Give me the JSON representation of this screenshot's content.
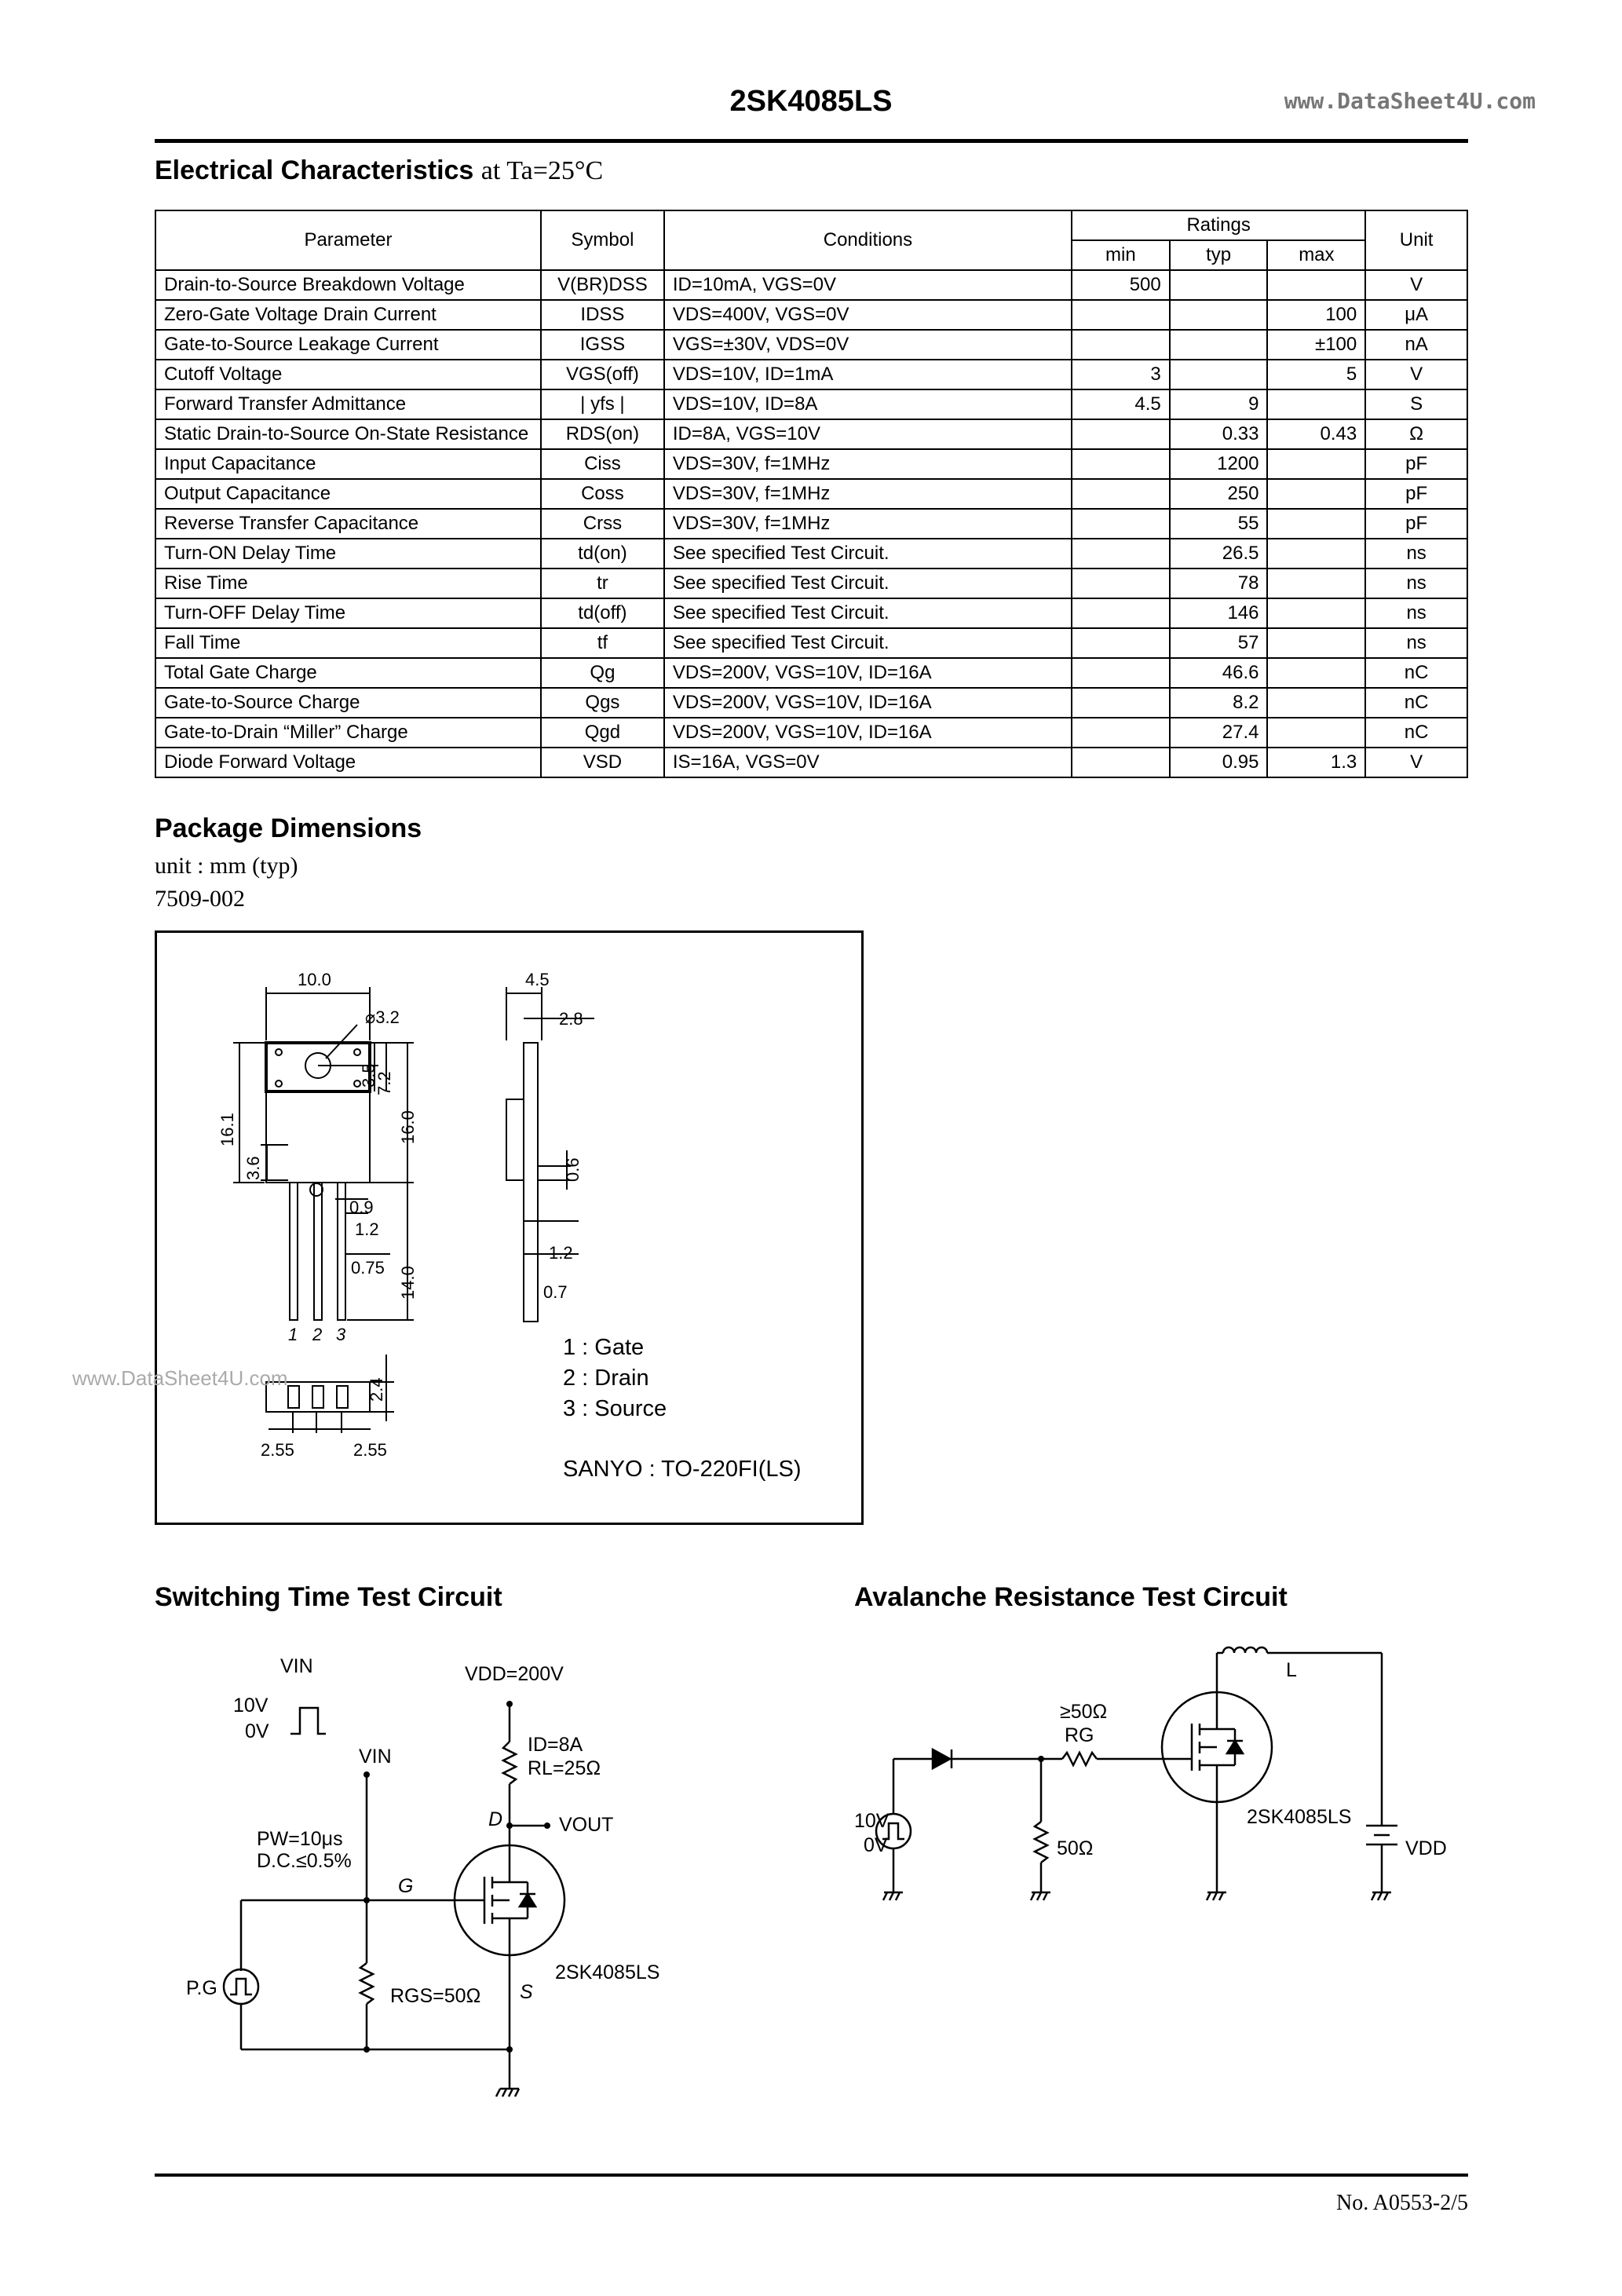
{
  "header": {
    "part_number": "2SK4085LS",
    "watermark": "www.DataSheet4U.com"
  },
  "electrical": {
    "heading": "Electrical Characteristics",
    "heading_suffix": "at Ta=25°C",
    "col_parameter": "Parameter",
    "col_symbol": "Symbol",
    "col_conditions": "Conditions",
    "col_ratings": "Ratings",
    "col_min": "min",
    "col_typ": "typ",
    "col_max": "max",
    "col_unit": "Unit",
    "rows": [
      {
        "parameter": "Drain-to-Source Breakdown Voltage",
        "symbol": "V(BR)DSS",
        "conditions": "ID=10mA, VGS=0V",
        "min": "500",
        "typ": "",
        "max": "",
        "unit": "V"
      },
      {
        "parameter": "Zero-Gate Voltage Drain Current",
        "symbol": "IDSS",
        "conditions": "VDS=400V, VGS=0V",
        "min": "",
        "typ": "",
        "max": "100",
        "unit": "μA"
      },
      {
        "parameter": "Gate-to-Source Leakage Current",
        "symbol": "IGSS",
        "conditions": "VGS=±30V, VDS=0V",
        "min": "",
        "typ": "",
        "max": "±100",
        "unit": "nA"
      },
      {
        "parameter": "Cutoff Voltage",
        "symbol": "VGS(off)",
        "conditions": "VDS=10V, ID=1mA",
        "min": "3",
        "typ": "",
        "max": "5",
        "unit": "V"
      },
      {
        "parameter": "Forward Transfer Admittance",
        "symbol": "| yfs |",
        "conditions": "VDS=10V, ID=8A",
        "min": "4.5",
        "typ": "9",
        "max": "",
        "unit": "S"
      },
      {
        "parameter": "Static Drain-to-Source On-State Resistance",
        "symbol": "RDS(on)",
        "conditions": "ID=8A, VGS=10V",
        "min": "",
        "typ": "0.33",
        "max": "0.43",
        "unit": "Ω"
      },
      {
        "parameter": "Input Capacitance",
        "symbol": "Ciss",
        "conditions": "VDS=30V, f=1MHz",
        "min": "",
        "typ": "1200",
        "max": "",
        "unit": "pF"
      },
      {
        "parameter": "Output Capacitance",
        "symbol": "Coss",
        "conditions": "VDS=30V, f=1MHz",
        "min": "",
        "typ": "250",
        "max": "",
        "unit": "pF"
      },
      {
        "parameter": "Reverse Transfer Capacitance",
        "symbol": "Crss",
        "conditions": "VDS=30V, f=1MHz",
        "min": "",
        "typ": "55",
        "max": "",
        "unit": "pF"
      },
      {
        "parameter": "Turn-ON Delay Time",
        "symbol": "td(on)",
        "conditions": "See specified Test Circuit.",
        "min": "",
        "typ": "26.5",
        "max": "",
        "unit": "ns"
      },
      {
        "parameter": "Rise Time",
        "symbol": "tr",
        "conditions": "See specified Test Circuit.",
        "min": "",
        "typ": "78",
        "max": "",
        "unit": "ns"
      },
      {
        "parameter": "Turn-OFF Delay Time",
        "symbol": "td(off)",
        "conditions": "See specified Test Circuit.",
        "min": "",
        "typ": "146",
        "max": "",
        "unit": "ns"
      },
      {
        "parameter": "Fall Time",
        "symbol": "tf",
        "conditions": "See specified Test Circuit.",
        "min": "",
        "typ": "57",
        "max": "",
        "unit": "ns"
      },
      {
        "parameter": "Total Gate Charge",
        "symbol": "Qg",
        "conditions": "VDS=200V, VGS=10V, ID=16A",
        "min": "",
        "typ": "46.6",
        "max": "",
        "unit": "nC"
      },
      {
        "parameter": "Gate-to-Source Charge",
        "symbol": "Qgs",
        "conditions": "VDS=200V, VGS=10V, ID=16A",
        "min": "",
        "typ": "8.2",
        "max": "",
        "unit": "nC"
      },
      {
        "parameter": "Gate-to-Drain “Miller” Charge",
        "symbol": "Qgd",
        "conditions": "VDS=200V, VGS=10V, ID=16A",
        "min": "",
        "typ": "27.4",
        "max": "",
        "unit": "nC"
      },
      {
        "parameter": "Diode Forward Voltage",
        "symbol": "VSD",
        "conditions": "IS=16A, VGS=0V",
        "min": "",
        "typ": "0.95",
        "max": "1.3",
        "unit": "V"
      }
    ]
  },
  "package": {
    "heading": "Package Dimensions",
    "unit_line": "unit : mm (typ)",
    "code": "7509-002",
    "dims": {
      "d10": "10.0",
      "d32": "3.2",
      "d35": "3.5",
      "d72": "7.2",
      "d160": "16.0",
      "d161": "16.1",
      "d36": "3.6",
      "d09": "0.9",
      "d12a": "1.2",
      "d075": "0.75",
      "d140": "14.0",
      "d45": "4.5",
      "d28": "2.8",
      "d06": "0.6",
      "d12b": "1.2",
      "d07": "0.7",
      "d24": "2.4",
      "d255a": "2.55",
      "d255b": "2.55"
    },
    "pin_numbers": [
      "1",
      "2",
      "3"
    ],
    "pins": [
      "1 : Gate",
      "2 : Drain",
      "3 : Source"
    ],
    "package_name": "SANYO : TO-220FI(LS)",
    "watermark": "www.DataSheet4U.com"
  },
  "switching": {
    "heading": "Switching Time Test Circuit",
    "vin_top": "VIN",
    "v10": "10V",
    "v0": "0V",
    "vdd": "VDD=200V",
    "id": "ID=8A",
    "rl": "RL=25Ω",
    "d": "D",
    "vout": "VOUT",
    "vin": "VIN",
    "pw": "PW=10μs",
    "dc": "D.C.≤0.5%",
    "g": "G",
    "part": "2SK4085LS",
    "pg": "P.G",
    "rgs": "RGS=50Ω",
    "s": "S"
  },
  "avalanche": {
    "heading": "Avalanche Resistance Test Circuit",
    "l": "L",
    "rg_val": "≥50Ω",
    "rg": "RG",
    "v10": "10V",
    "v0": "0V",
    "r50": "50Ω",
    "part": "2SK4085LS",
    "vdd": "VDD"
  },
  "footer": {
    "doc_no": "No. A0553-2/5"
  }
}
